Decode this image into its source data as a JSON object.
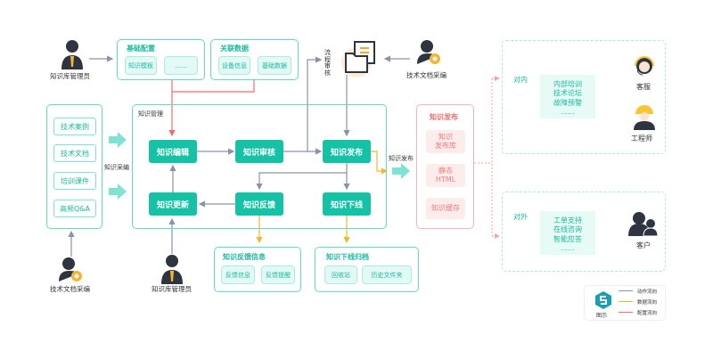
{
  "actors": {
    "admin_top": "知识库管理员",
    "writer_top": "技术文档采编",
    "writer_bottom": "技术文档采编",
    "admin_bottom": "知识库管理员",
    "service": "客服",
    "engineer": "工程师",
    "customer": "客户"
  },
  "base_config": {
    "title": "基础配置",
    "items": [
      "知识模板",
      "......"
    ]
  },
  "related_data": {
    "title": "关联数据",
    "items": [
      "设备信息",
      "基础数据"
    ]
  },
  "process_review": "流程审核",
  "sources": {
    "items": [
      "技术案例",
      "技术文档",
      "培训课件",
      "高频Q&A"
    ],
    "arrow_label": "知识采编"
  },
  "management": {
    "title": "知识管理",
    "steps": [
      "知识编辑",
      "知识审核",
      "知识发布",
      "知识更新",
      "知识反馈",
      "知识下线"
    ]
  },
  "publish_label": "知识发布",
  "publish": {
    "title": "知识发布",
    "items": [
      "知识\n发布库",
      "静态\nHTML",
      "知识缓存"
    ]
  },
  "feedback": {
    "title": "知识反馈信息",
    "items": [
      "反馈信息",
      "反馈提醒"
    ]
  },
  "offline": {
    "title": "知识下线归档",
    "items": [
      "回收站",
      "历史文件夹"
    ]
  },
  "internal": {
    "title": "对内",
    "lines": [
      "内部培训",
      "技术论坛",
      "故障预警",
      "......"
    ]
  },
  "external": {
    "title": "对外",
    "lines": [
      "工单支持",
      "在线咨询",
      "智能应答",
      "......"
    ]
  },
  "legend": {
    "title": "图示",
    "items": [
      {
        "label": "动作流向",
        "color": "#8a93a8"
      },
      {
        "label": "数据流向",
        "color": "#f6b531"
      },
      {
        "label": "配置流向",
        "color": "#f26b6b"
      }
    ]
  }
}
